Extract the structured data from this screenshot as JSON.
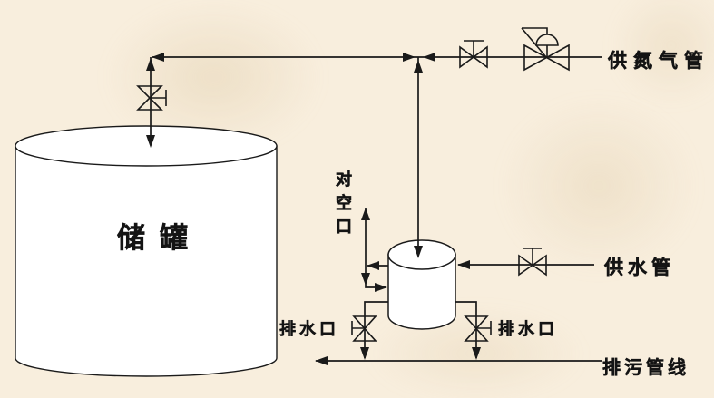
{
  "page": {
    "background_color": "#f8eedd",
    "line_color": "#1a1a1a",
    "equipment_fill_color": "#ffffff"
  },
  "labels": {
    "tank": "储罐",
    "vent": "对空口",
    "nitrogen_supply_pipe": "供氮气管",
    "water_supply_pipe": "供水管",
    "drain_outlet_left": "排水口",
    "drain_outlet_right": "排水口",
    "sewage_pipeline": "排污管线"
  }
}
